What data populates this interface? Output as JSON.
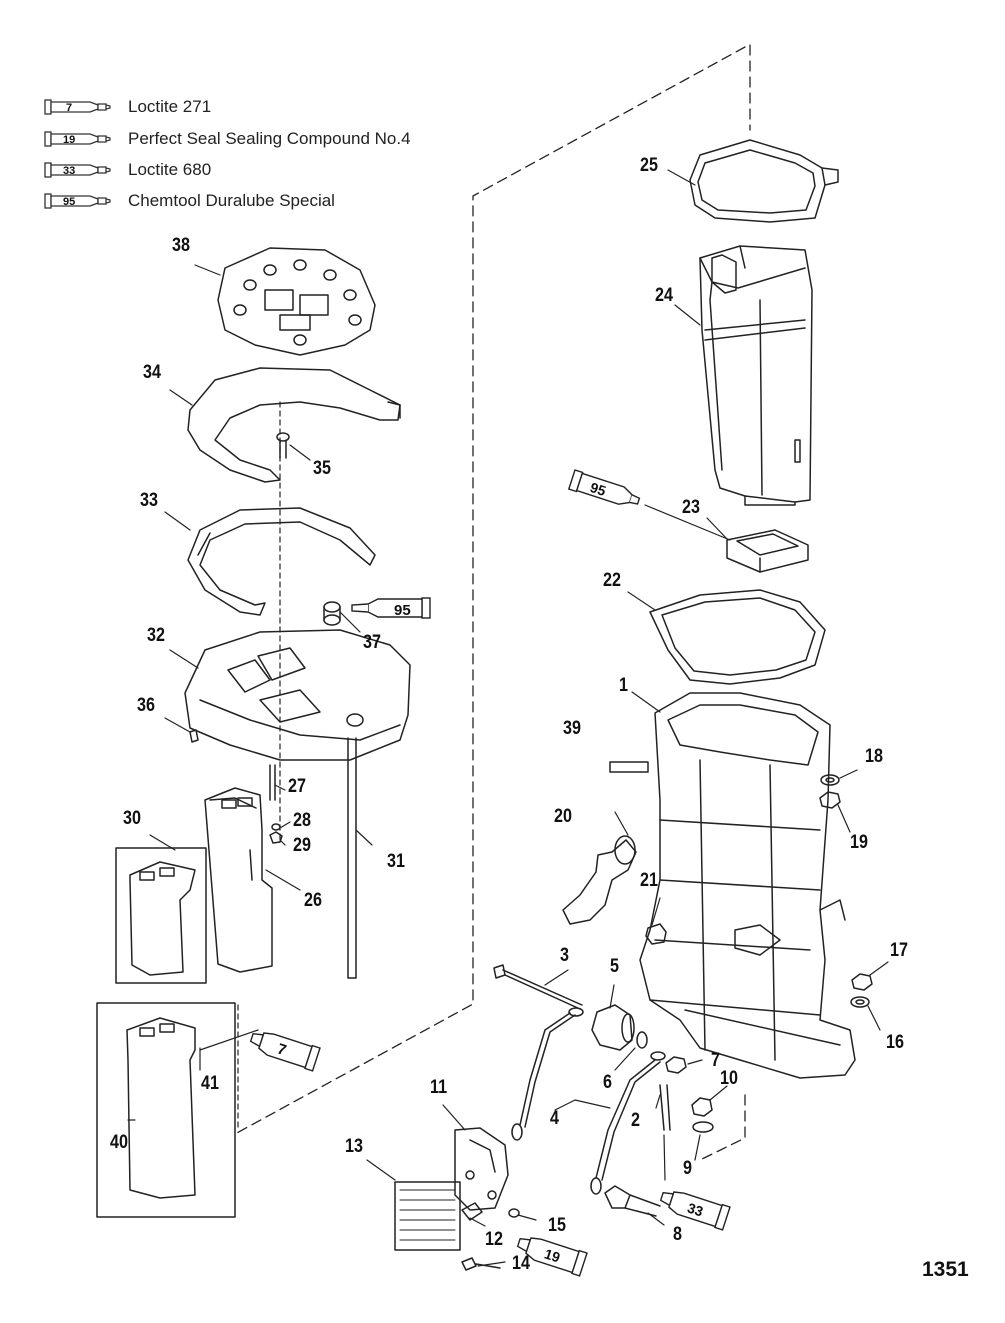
{
  "legend": [
    {
      "code": "7",
      "label": "Loctite 271"
    },
    {
      "code": "19",
      "label": "Perfect Seal Sealing Compound No.4"
    },
    {
      "code": "33",
      "label": "Loctite 680"
    },
    {
      "code": "95",
      "label": "Chemtool Duralube Special"
    }
  ],
  "figure_number": "1351",
  "callouts": {
    "c1": "1",
    "c2": "2",
    "c3": "3",
    "c4": "4",
    "c5": "5",
    "c6": "6",
    "c7": "7",
    "c8": "8",
    "c9": "9",
    "c10": "10",
    "c11": "11",
    "c12": "12",
    "c13": "13",
    "c14": "14",
    "c15": "15",
    "c16": "16",
    "c17": "17",
    "c18": "18",
    "c19": "19",
    "c20": "20",
    "c21": "21",
    "c22": "22",
    "c23": "23",
    "c24": "24",
    "c25": "25",
    "c26": "26",
    "c27": "27",
    "c28": "28",
    "c29": "29",
    "c30": "30",
    "c31": "31",
    "c32": "32",
    "c33": "33",
    "c34": "34",
    "c35": "35",
    "c36": "36",
    "c37": "37",
    "c38": "38",
    "c39": "39",
    "c40": "40",
    "c41": "41"
  },
  "tube_labels": {
    "t95a": "95",
    "t95b": "95",
    "t7": "7",
    "t33": "33",
    "t19": "19"
  }
}
